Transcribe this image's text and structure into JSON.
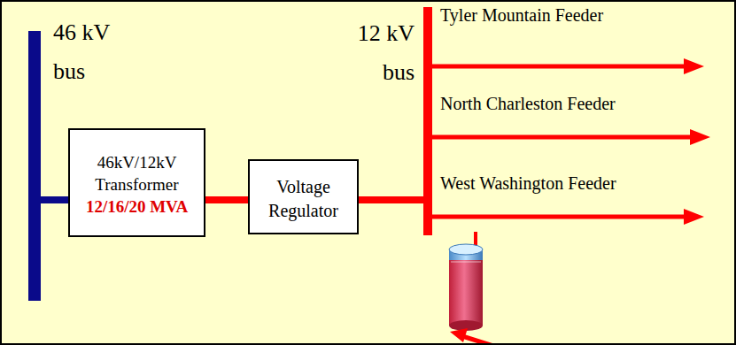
{
  "diagram": {
    "nodes": [
      {
        "text": [
          "46 kV bus"
        ]
      },
      {
        "text": [
          "46kV/12kV Transformer",
          "12/16/20 MVA"
        ]
      },
      {
        "text": [
          "Voltage Regulator"
        ]
      },
      {
        "text": [
          "12 kV bus"
        ]
      }
    ],
    "edges": [
      {
        "from": 0,
        "to": 1,
        "arrow": "none"
      },
      {
        "from": 1,
        "to": 2,
        "arrow": "none"
      },
      {
        "from": 2,
        "to": 3,
        "arrow": "none"
      }
    ],
    "labels": [
      "Tyler Mountain Feeder",
      "North Charleston Feeder",
      "West Washington Feeder"
    ]
  }
}
